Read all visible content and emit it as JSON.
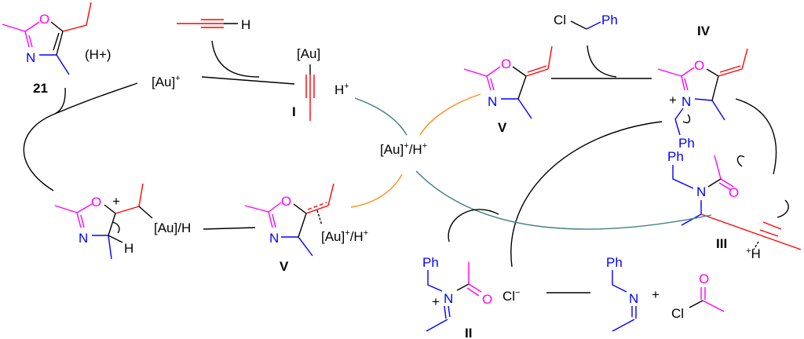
{
  "colors": {
    "ring_oxygen": "#ff00ff",
    "nitrogen": "#0000ff",
    "alkyne": "#ff0000",
    "teal_arrow": "#3f7f7f",
    "orange_arrow": "#ff8c1a"
  },
  "labels": {
    "product": "21",
    "product_acid": "(H+)",
    "gold_cation": "[Au]",
    "plus": "+",
    "H": "H",
    "I": "I",
    "II": "II",
    "III": "III",
    "IV": "IV",
    "V": "V",
    "catalyst": "[Au]",
    "slash_H": "/H",
    "Au_H": "[Au]/H",
    "O": "O",
    "N": "N",
    "Ph": "Ph",
    "Cl": "Cl",
    "chloride": "Cl",
    "minus": "−"
  }
}
